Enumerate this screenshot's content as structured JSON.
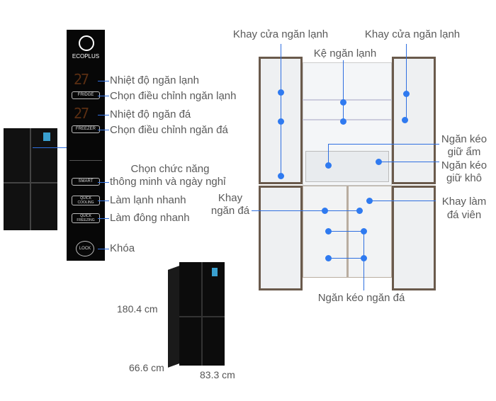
{
  "panel": {
    "brand": "ECOPLUS",
    "temp_fridge": "27",
    "temp_freezer": "27",
    "btn_fridge": "FRIDGE",
    "btn_freezer": "FREEZER",
    "btn_smart": "SMART",
    "btn_quick_cooling": "QUICK COOLING",
    "btn_quick_freezing": "QUICK FREEZING",
    "btn_lock": "LOCK"
  },
  "panel_labels": {
    "fridge_temp": "Nhiệt độ ngăn lạnh",
    "fridge_adjust": "Chọn điều chỉnh ngăn lạnh",
    "freezer_temp": "Nhiệt độ ngăn đá",
    "freezer_adjust": "Chọn điều chỉnh ngăn đá",
    "smart_1": "Chọn chức năng",
    "smart_2": "thông minh và ngày nghỉ",
    "quick_cooling": "Làm lạnh nhanh",
    "quick_freezing": "Làm đông nhanh",
    "lock": "Khóa"
  },
  "fridge_labels": {
    "door_tray_left": "Khay cửa ngăn lạnh",
    "door_tray_right": "Khay cửa ngăn lạnh",
    "shelf": "Kệ ngăn lạnh",
    "humid_1": "Ngăn kéo",
    "humid_2": "giữ ẩm",
    "dry_1": "Ngăn kéo",
    "dry_2": "giữ khô",
    "ice_1": "Khay làm",
    "ice_2": "đá viên",
    "freezer_tray_1": "Khay",
    "freezer_tray_2": "ngăn đá",
    "freezer_drawer": "Ngăn kéo ngăn đá"
  },
  "dimensions": {
    "height": "180.4 cm",
    "depth": "66.6 cm",
    "width": "83.3 cm"
  },
  "colors": {
    "accent": "#2f7af0"
  }
}
